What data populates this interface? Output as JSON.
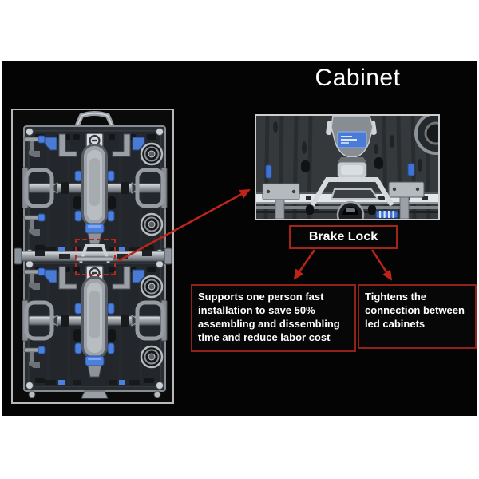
{
  "title": "Cabinet",
  "callout": {
    "label": "Brake Lock",
    "left_note": "Supports one person fast\ninstallation to save 50%\nassembling and dissembling\ntime and reduce labor cost",
    "right_note": "Tightens the\nconnection between\nled cabinets"
  },
  "icons": {
    "main_figure": "led-cabinet-rear-view",
    "inset_figure": "brake-lock-closeup",
    "highlight": "dashed-red-highlight-box"
  },
  "colors": {
    "background": "#ffffff",
    "panel": "#040404",
    "accent_red": "#a32419",
    "arrow_red": "#bf2419",
    "text": "#ffffff",
    "image_border": "#b9b9b9"
  }
}
